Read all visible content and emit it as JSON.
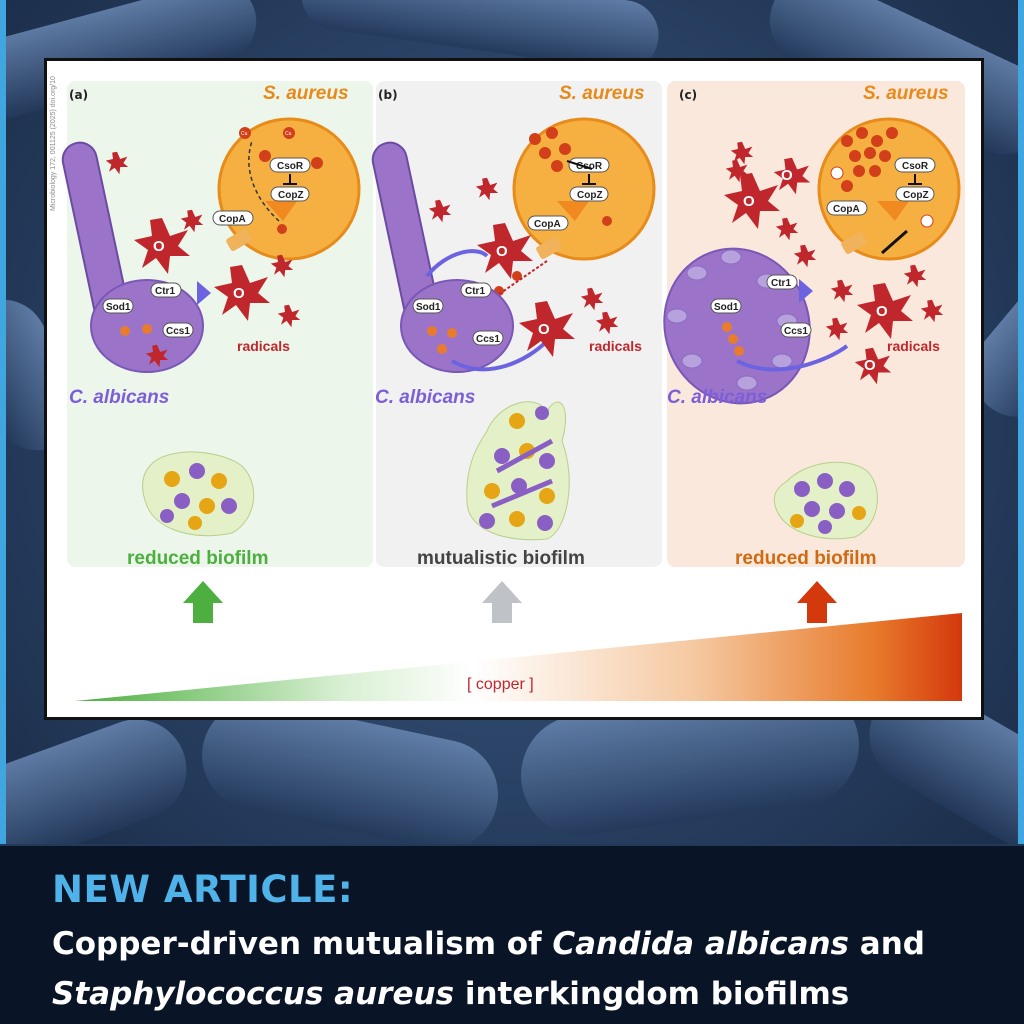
{
  "colors": {
    "accent_blue": "#4fb3ea",
    "saureus_orange": "#e88a1a",
    "calbicans_purple": "#7c5fd8",
    "radical_red": "#c0272d",
    "low_copper_green": "#4caf3f",
    "high_copper_red": "#d4380d",
    "mutualistic_grey": "#444444"
  },
  "figure": {
    "panels": [
      {
        "label": "(a)",
        "organism_top": "S. aureus",
        "organism_bottom": "C. albicans",
        "radicals": "radicals",
        "biofilm": "reduced biofilm",
        "biofilm_color": "#4caf3f",
        "bg": "#ecf6ea",
        "arrow_color": "#4caf3f",
        "proteins": {
          "csor": "CsoR",
          "copz": "CopZ",
          "copa": "CopA",
          "ctr1": "Ctr1",
          "sod1": "Sod1",
          "ccs1": "Ccs1"
        }
      },
      {
        "label": "(b)",
        "organism_top": "S. aureus",
        "organism_bottom": "C. albicans",
        "radicals": "radicals",
        "biofilm": "mutualistic biofilm",
        "biofilm_color": "#444444",
        "bg": "#f1f1f1",
        "arrow_color": "#bfc3c8",
        "proteins": {
          "csor": "CsoR",
          "copz": "CopZ",
          "copa": "CopA",
          "ctr1": "Ctr1",
          "sod1": "Sod1",
          "ccs1": "Ccs1"
        }
      },
      {
        "label": "(c)",
        "organism_top": "S. aureus",
        "organism_bottom": "C. albicans",
        "radicals": "radicals",
        "biofilm": "reduced biofilm",
        "biofilm_color": "#d06a12",
        "bg": "#fbe8dc",
        "arrow_color": "#d4380d",
        "proteins": {
          "csor": "CsoR",
          "copz": "CopZ",
          "copa": "CopA",
          "ctr1": "Ctr1",
          "sod1": "Sod1",
          "ccs1": "Ccs1"
        }
      }
    ],
    "gradient_label": "[ copper ]",
    "side_credit": "Microbiology 172, 001125 (2025) doi.org/10",
    "copper_ion": "Cu",
    "oxygen": "O"
  },
  "banner": {
    "headline": "NEW ARTICLE:",
    "line1_a": "Copper-driven mutualism of ",
    "line1_italic": "Candida albicans",
    "line1_b": " and",
    "line2_italic": "Staphylococcus aureus",
    "line2_b": " interkingdom biofilms"
  }
}
